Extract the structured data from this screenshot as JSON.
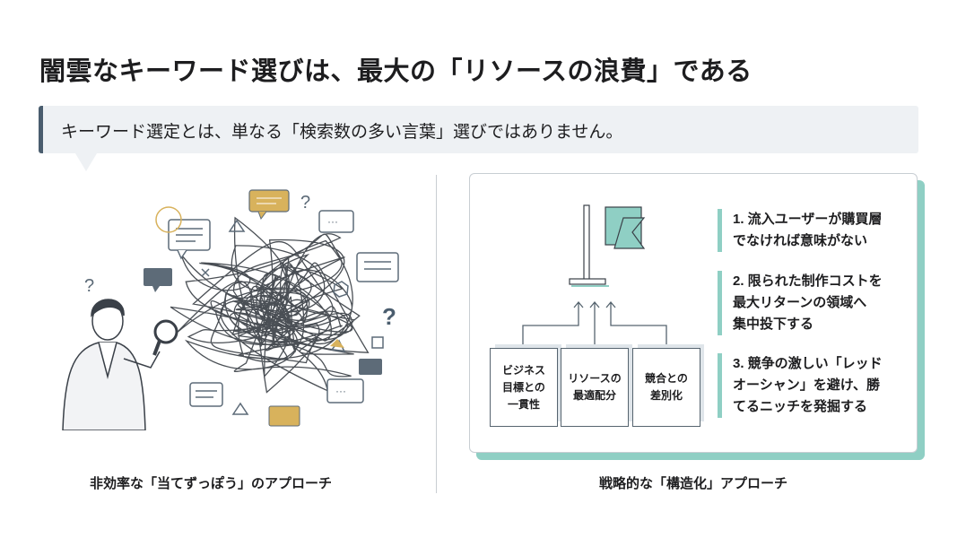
{
  "title": "闇雲なキーワード選びは、最大の「リソースの浪費」である",
  "callout": "キーワード選定とは、単なる「検索数の多い言葉」選びではありません。",
  "left": {
    "caption": "非効率な「当てずっぽう」のアプローチ"
  },
  "right": {
    "caption": "戦略的な「構造化」アプローチ",
    "pillars": [
      "ビジネス\n目標との\n一貫性",
      "リソースの\n最適配分",
      "競合との\n差別化"
    ],
    "points": [
      "1. 流入ユーザーが購買層\n   でなければ意味がない",
      "2. 限られた制作コストを\n   最大リターンの領域へ\n   集中投下する",
      "3. 競争の激しい「レッド\n   オーシャン」を避け、勝\n   てるニッチを発掘する"
    ]
  },
  "colors": {
    "accent": "#8fcfc4",
    "callout_bar": "#4a5d6e",
    "gold": "#d8b25c",
    "slate": "#5d6b78"
  }
}
